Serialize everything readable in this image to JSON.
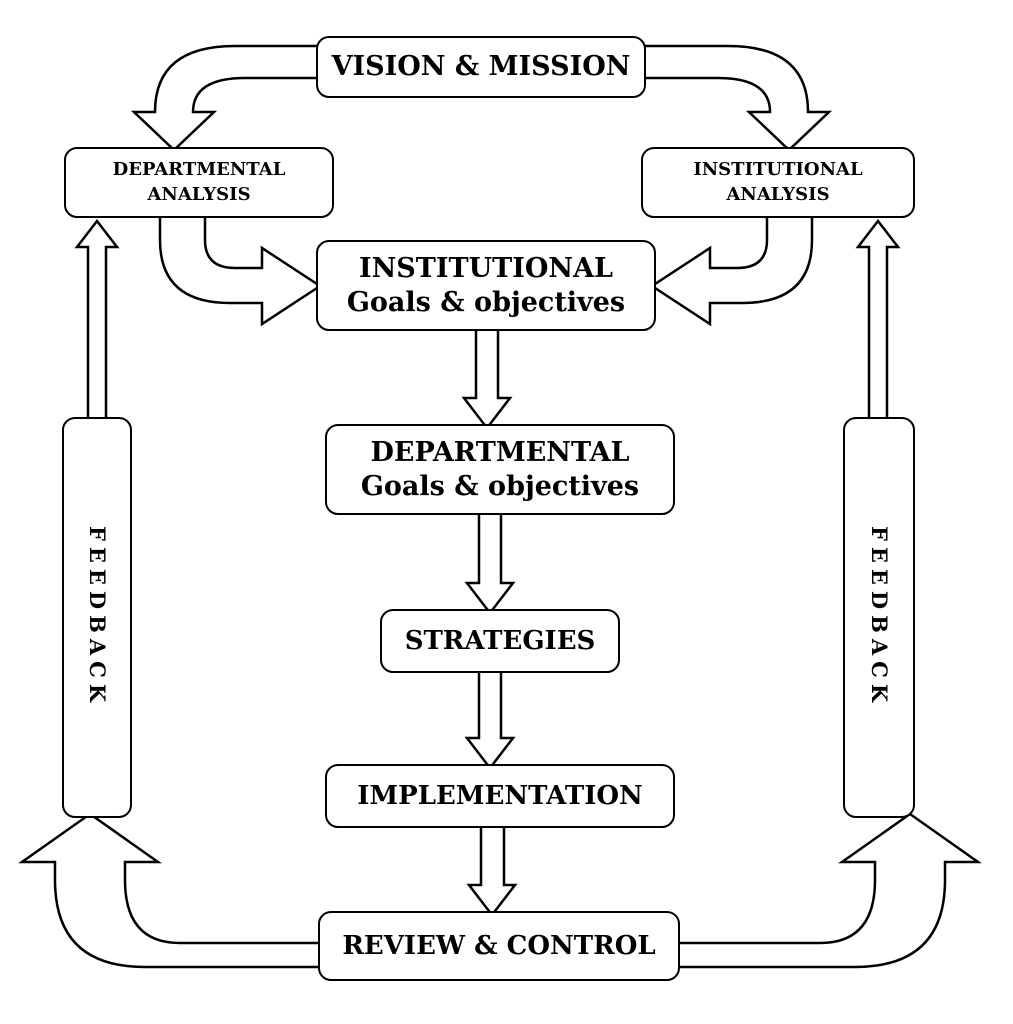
{
  "style": {
    "background": "#ffffff",
    "node_fill": "#ffffff",
    "line_color": "#000000",
    "text_color": "#000000"
  },
  "nodes": {
    "vision": {
      "label": "VISION & MISSION"
    },
    "departmental_analysis": {
      "line1": "DEPARTMENTAL",
      "line2": "ANALYSIS"
    },
    "institutional_analysis": {
      "line1": "INSTITUTIONAL",
      "line2": "ANALYSIS"
    },
    "institutional_goals": {
      "line1": "INSTITUTIONAL",
      "line2": "Goals & objectives"
    },
    "departmental_goals": {
      "line1": "DEPARTMENTAL",
      "line2": "Goals & objectives"
    },
    "strategies": {
      "label": "STRATEGIES"
    },
    "implementation": {
      "label": "IMPLEMENTATION"
    },
    "review_control": {
      "label": "REVIEW & CONTROL"
    },
    "feedback_left": {
      "label": "FEEDBACK"
    },
    "feedback_right": {
      "label": "FEEDBACK"
    }
  },
  "edges": [
    {
      "from": "vision",
      "to": "departmental_analysis"
    },
    {
      "from": "vision",
      "to": "institutional_analysis"
    },
    {
      "from": "departmental_analysis",
      "to": "institutional_goals"
    },
    {
      "from": "institutional_analysis",
      "to": "institutional_goals"
    },
    {
      "from": "institutional_goals",
      "to": "departmental_goals"
    },
    {
      "from": "departmental_goals",
      "to": "strategies"
    },
    {
      "from": "strategies",
      "to": "implementation"
    },
    {
      "from": "implementation",
      "to": "review_control"
    },
    {
      "from": "review_control",
      "to": "feedback_left"
    },
    {
      "from": "review_control",
      "to": "feedback_right"
    },
    {
      "from": "feedback_left",
      "to": "departmental_analysis"
    },
    {
      "from": "feedback_right",
      "to": "institutional_analysis"
    }
  ]
}
